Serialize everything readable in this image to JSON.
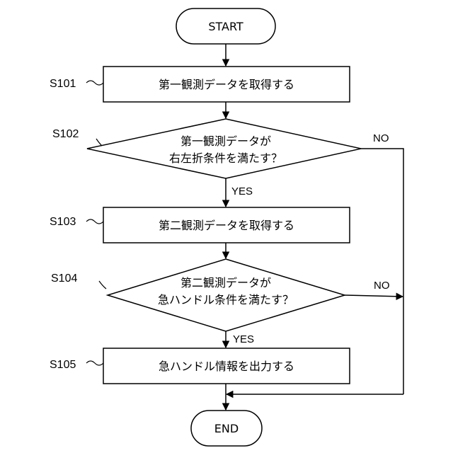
{
  "nodes": {
    "start": "START",
    "s101": "第一観測データを取得する",
    "s102": [
      "第一観測データが",
      "右左折条件を満たす？"
    ],
    "s103": "第二観測データを取得する",
    "s104": [
      "第二観測データが",
      "急ハンドル条件を満たす？"
    ],
    "s105": "急ハンドル情報を出力する",
    "end": "END"
  },
  "steps": {
    "s101": "S101",
    "s102": "S102",
    "s103": "S103",
    "s104": "S104",
    "s105": "S105"
  },
  "branches": {
    "s102_yes": "YES",
    "s102_no": "NO",
    "s104_yes": "YES",
    "s104_no": "NO"
  }
}
